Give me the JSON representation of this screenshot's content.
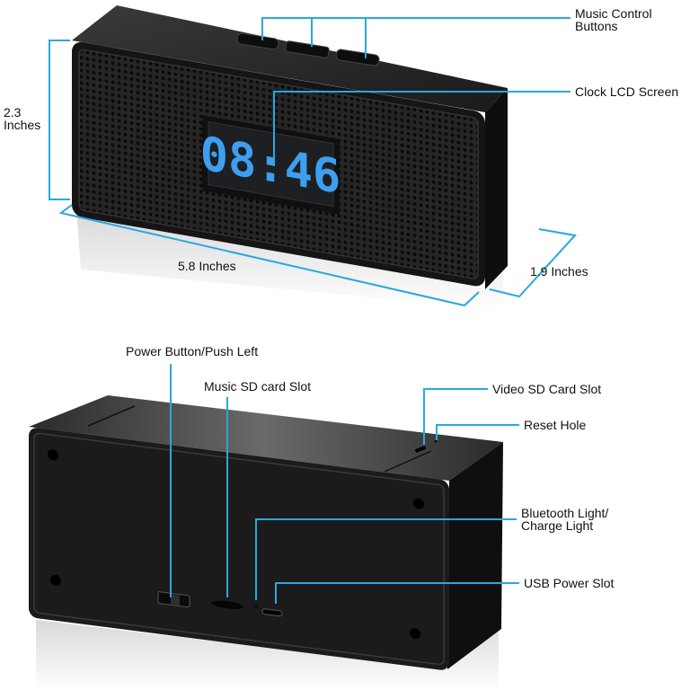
{
  "colors": {
    "callout_line": "#29a8dc",
    "lcd_digits": "#3d9ff0",
    "body": "#1c1c1c"
  },
  "front_view": {
    "music_control_label": [
      "Music Control",
      "Buttons"
    ],
    "clock_label": "Clock LCD Screen",
    "lcd_time": "08:46",
    "height_label": [
      "2.3",
      "Inches"
    ],
    "width_label": "5.8 Inches",
    "depth_label": "1.9 Inches"
  },
  "back_view": {
    "power_label": "Power Button/Push Left",
    "music_sd_label": "Music SD card Slot",
    "video_sd_label": "Video SD Card Slot",
    "reset_label": "Reset Hole",
    "bluetooth_label": [
      "Bluetooth Light/",
      "Charge Light"
    ],
    "usb_label": "USB Power Slot"
  }
}
